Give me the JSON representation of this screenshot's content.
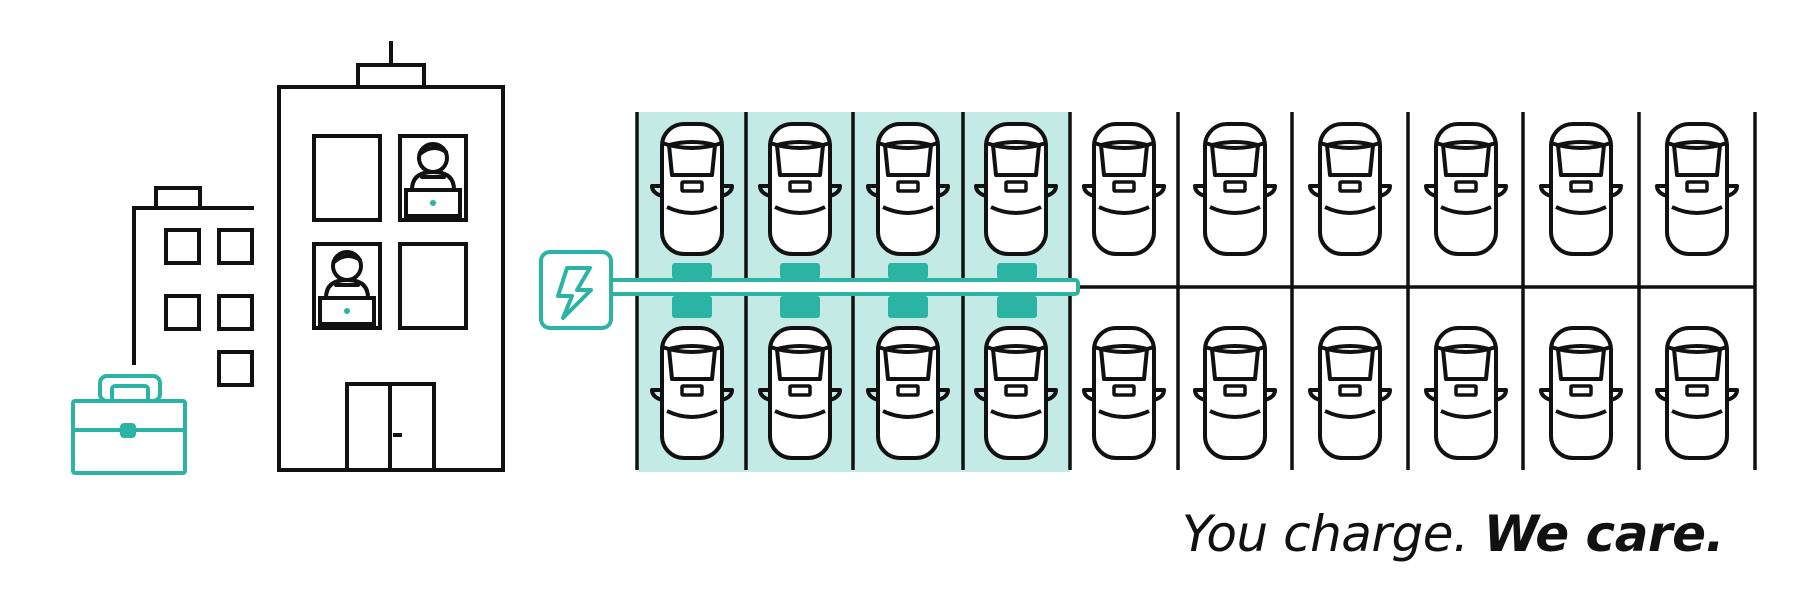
{
  "tagline": {
    "part1": "You charge.",
    "part2": "We care."
  },
  "colors": {
    "line": "#111111",
    "accent": "#2bb3a3",
    "accent_fill": "#c4eae5",
    "background": "#ffffff"
  },
  "icons": [
    "office-building-icon",
    "small-building-icon",
    "briefcase-icon",
    "worker-at-laptop-icon",
    "charger-bolt-icon",
    "car-top-view-icon"
  ],
  "parking": {
    "columns": 10,
    "rows": 2,
    "charging_columns": 4
  }
}
